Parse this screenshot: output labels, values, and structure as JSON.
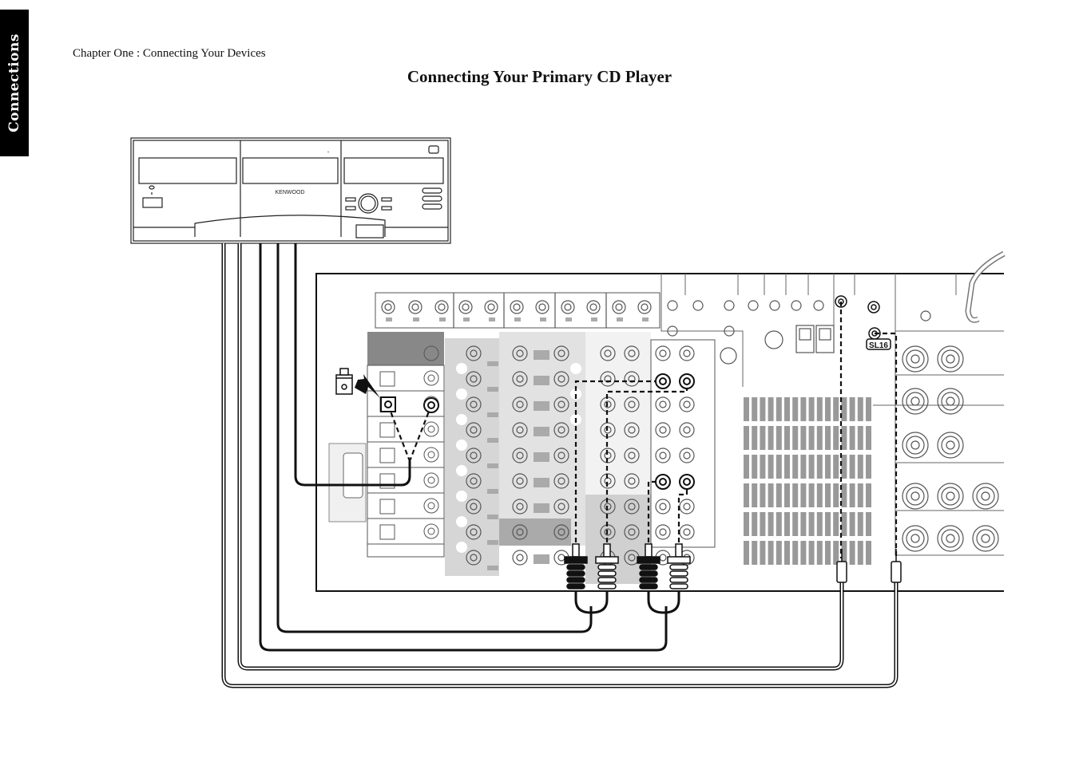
{
  "side_tab": {
    "label": "Connections"
  },
  "header": {
    "chapter": "Chapter One : Connecting Your Devices",
    "title": "Connecting Your Primary CD Player"
  },
  "diagram": {
    "cd_player": {
      "brand": "KENWOOD"
    },
    "receiver": {
      "sl16_label": "SL16"
    }
  }
}
